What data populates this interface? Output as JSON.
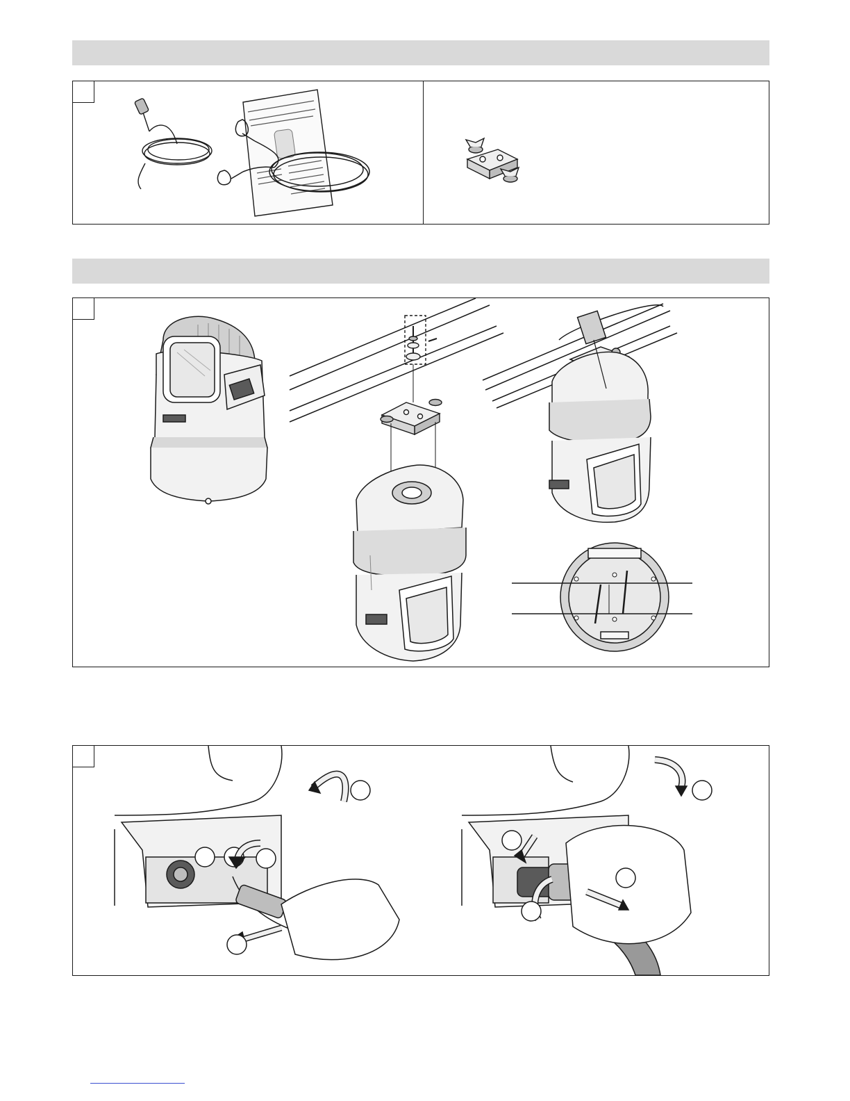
{
  "page": {
    "sections": [
      {
        "header_text": "",
        "panels": [
          "accessories"
        ]
      },
      {
        "header_text": "",
        "panels": [
          "installation"
        ]
      },
      {
        "header_text": "",
        "panels": [
          "connection"
        ]
      }
    ]
  },
  "figures": {
    "accessories": {
      "items": [
        "power-cable",
        "instruction-sheet",
        "mounting-bracket",
        "safety-cable"
      ]
    },
    "installation": {
      "views": [
        "fixture-upright",
        "bracket-assembly-exploded",
        "fixture-mounted-on-truss",
        "base-underside-view"
      ]
    },
    "connection": {
      "steps": [
        "connect-power-plug",
        "disconnect-power-plug"
      ],
      "callout_labels_visible": false
    }
  },
  "colors": {
    "band": "#d9d9d9",
    "line": "#1a1a1a",
    "fill_light": "#efefef",
    "fill_mid": "#bdbdbd",
    "fill_dark": "#5a5a5a",
    "footer_rule": "#3b4fd0"
  }
}
